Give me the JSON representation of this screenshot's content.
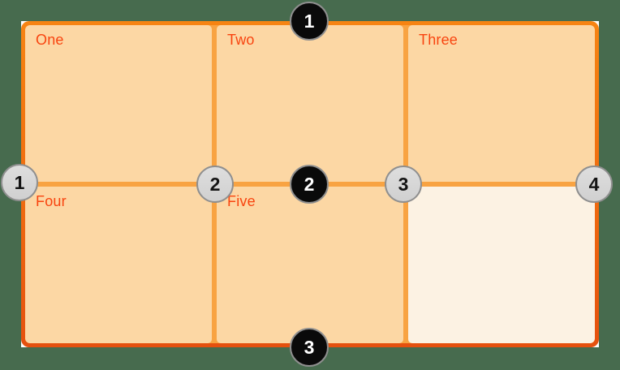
{
  "figure": {
    "description": "Grid diagram with numbered row and column lines",
    "cells": [
      {
        "label": "One"
      },
      {
        "label": "Two"
      },
      {
        "label": "Three"
      },
      {
        "label": "Four"
      },
      {
        "label": "Five"
      }
    ],
    "row_line_badges": [
      {
        "number": "1"
      },
      {
        "number": "2"
      },
      {
        "number": "3"
      }
    ],
    "column_line_badges": [
      {
        "number": "1"
      },
      {
        "number": "2"
      },
      {
        "number": "3"
      },
      {
        "number": "4"
      }
    ],
    "colors": {
      "page_background": "#476B4E",
      "card_corner_backing": "#FFFFFF",
      "outer_border_top": "#F68412",
      "outer_border_bottom": "#E5500E",
      "grid_line": "#F8A342",
      "empty_cell_fill": "#FCF2E3",
      "cell_fill": "#FCD7A4",
      "cell_label_text": "#F8440F",
      "row_badge_fill": "#0A0A0A",
      "row_badge_text": "#FFFFFF",
      "column_badge_fill": "#D9D9D9",
      "column_badge_text": "#141414",
      "badge_ring": "#8F8F8F"
    }
  }
}
